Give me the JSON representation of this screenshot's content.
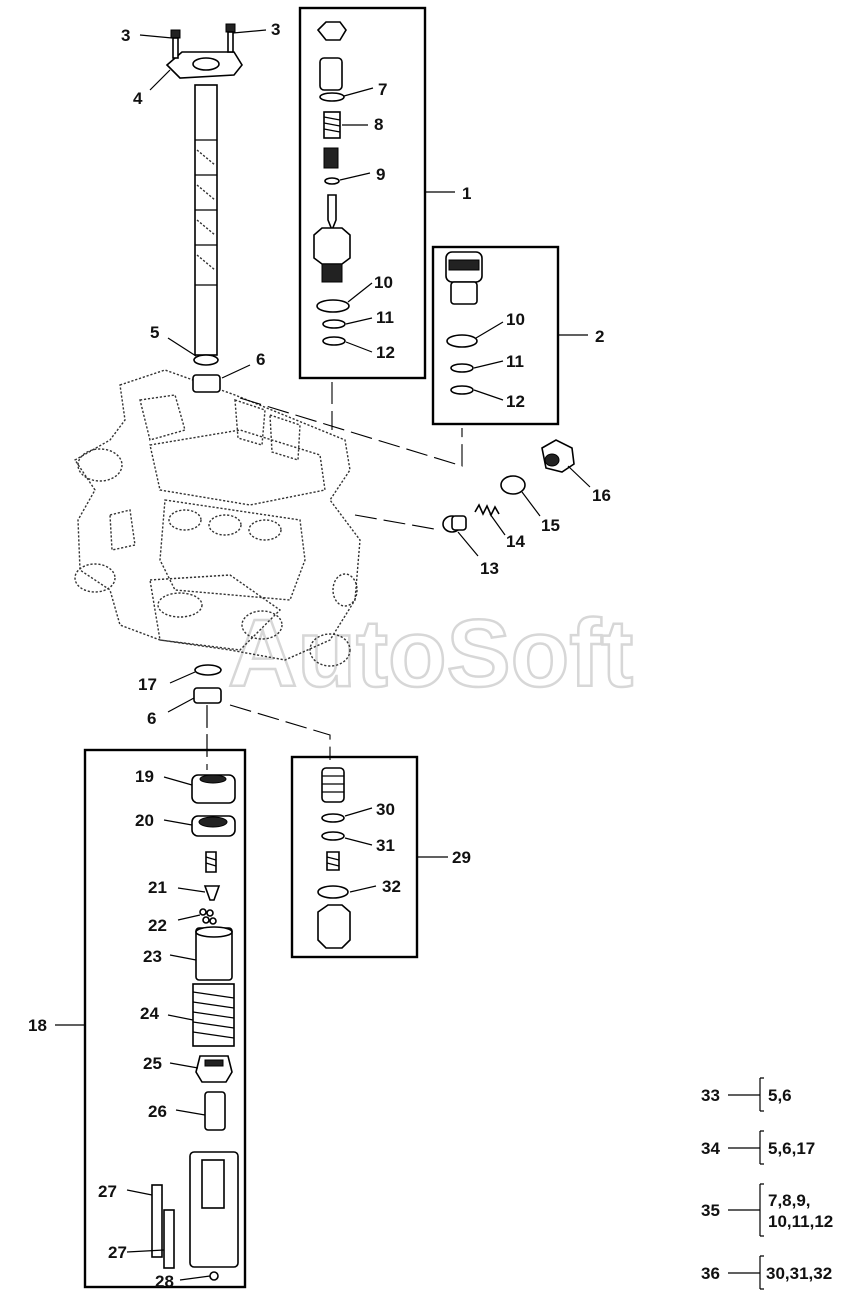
{
  "watermark": "AutoSoft",
  "callouts": {
    "c1": "1",
    "c2": "2",
    "c3a": "3",
    "c3b": "3",
    "c4": "4",
    "c5": "5",
    "c6a": "6",
    "c6b": "6",
    "c7": "7",
    "c8": "8",
    "c9": "9",
    "c10a": "10",
    "c10b": "10",
    "c11a": "11",
    "c11b": "11",
    "c12a": "12",
    "c12b": "12",
    "c13": "13",
    "c14": "14",
    "c15": "15",
    "c16": "16",
    "c17": "17",
    "c18": "18",
    "c19": "19",
    "c20": "20",
    "c21": "21",
    "c22": "22",
    "c23": "23",
    "c24": "24",
    "c25": "25",
    "c26": "26",
    "c27a": "27",
    "c27b": "27",
    "c28": "28",
    "c29": "29",
    "c30": "30",
    "c31": "31",
    "c32": "32"
  },
  "kits": [
    {
      "id": "33",
      "lines": [
        "5,6"
      ]
    },
    {
      "id": "34",
      "lines": [
        "5,6,17"
      ]
    },
    {
      "id": "35",
      "lines": [
        "7,8,9,",
        "10,11,12"
      ]
    },
    {
      "id": "36",
      "lines": [
        "30,31,32"
      ]
    }
  ]
}
